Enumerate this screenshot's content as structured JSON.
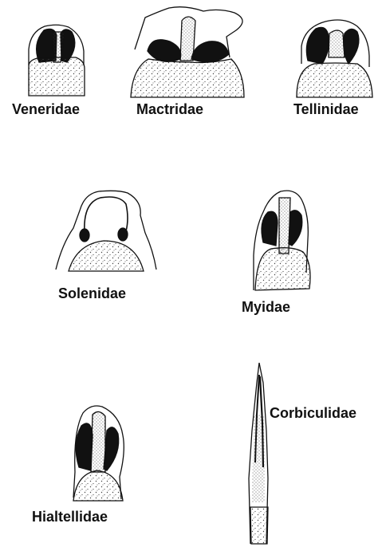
{
  "specimens": [
    {
      "id": "veneridae",
      "label": "Veneridae"
    },
    {
      "id": "mactridae",
      "label": "Mactridae"
    },
    {
      "id": "tellinidae",
      "label": "Tellinidae"
    },
    {
      "id": "solenidae",
      "label": "Solenidae"
    },
    {
      "id": "myidae",
      "label": "Myidae"
    },
    {
      "id": "hialtellidae",
      "label": "Hialtellidae"
    },
    {
      "id": "corbiculidae",
      "label": "Corbiculidae"
    }
  ],
  "colors": {
    "ink": "#111111",
    "stipple": "#444444",
    "background": "#ffffff"
  }
}
